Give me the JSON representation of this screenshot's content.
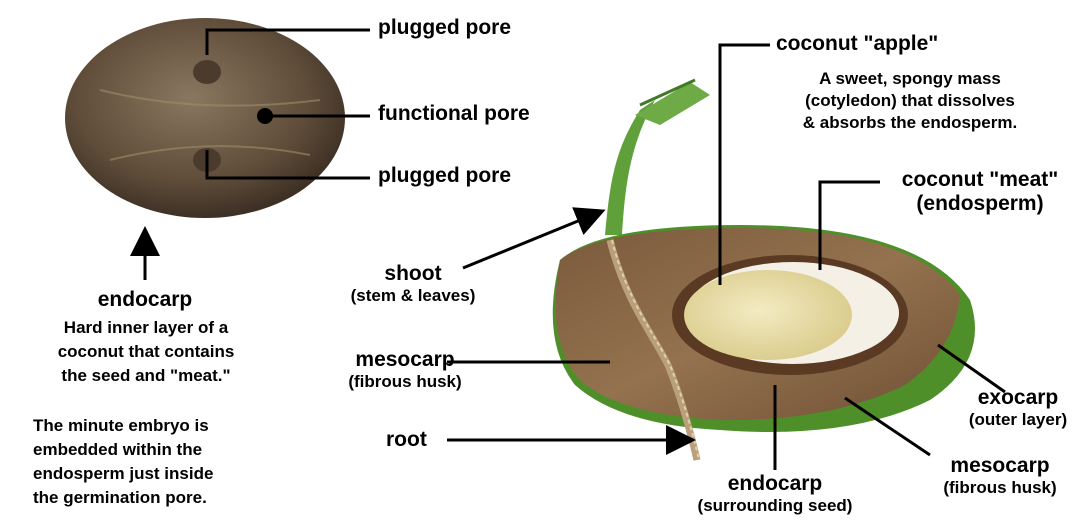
{
  "labels": {
    "plugged_pore_top": "plugged pore",
    "functional_pore": "functional pore",
    "plugged_pore_bottom": "plugged pore",
    "coconut_apple_title": "coconut \"apple\"",
    "coconut_apple_desc": [
      "A sweet, spongy mass",
      "(cotyledon) that dissolves",
      "& absorbs the endosperm."
    ],
    "coconut_meat_title": "coconut \"meat\"",
    "coconut_meat_sub": "(endosperm)",
    "endocarp_left_title": "endocarp",
    "endocarp_left_desc": [
      "Hard inner layer of a",
      "coconut that contains",
      "the seed and \"meat.\""
    ],
    "embryo_note": [
      "The minute embryo is",
      "embedded within the",
      "endosperm just inside",
      "the germination pore."
    ],
    "shoot_title": "shoot",
    "shoot_sub": "(stem & leaves)",
    "mesocarp_left_title": "mesocarp",
    "mesocarp_left_sub": "(fibrous husk)",
    "root": "root",
    "exocarp_title": "exocarp",
    "exocarp_sub": "(outer layer)",
    "mesocarp_right_title": "mesocarp",
    "mesocarp_right_sub": "(fibrous husk)",
    "endocarp_bottom_title": "endocarp",
    "endocarp_bottom_sub": "(surrounding seed)"
  },
  "colors": {
    "husk": "#8a6a4a",
    "shell": "#5a3a22",
    "exocarp": "#4f8f2a",
    "meat": "#f5f0e6",
    "apple": "#eadfa8",
    "shoot": "#5fa03a",
    "nut": "#6d5a45"
  }
}
